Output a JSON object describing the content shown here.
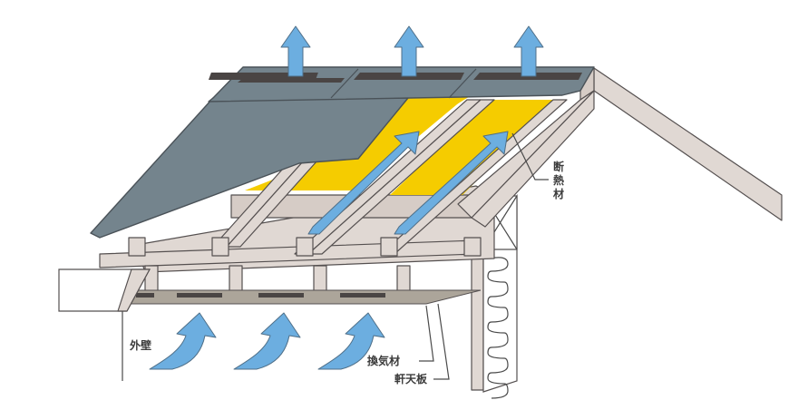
{
  "title": "屋根換気構造図",
  "labels": {
    "insulation": "断熱材",
    "insulation_chars": [
      "断",
      "熱",
      "材"
    ],
    "exterior_wall": "外壁",
    "ventilation_material": "換気材",
    "soffit": "軒天板"
  },
  "airflow": {
    "exhaust_arrows": 3,
    "attic_arrows": 2,
    "intake_arrows": 3
  },
  "colors": {
    "roof": "#74848d",
    "ridge_slot": "#4a4544",
    "insulation": "#f5cc00",
    "airflow": "#6caee0",
    "wood": "#e0d8d3",
    "text": "#3a3a3a"
  }
}
